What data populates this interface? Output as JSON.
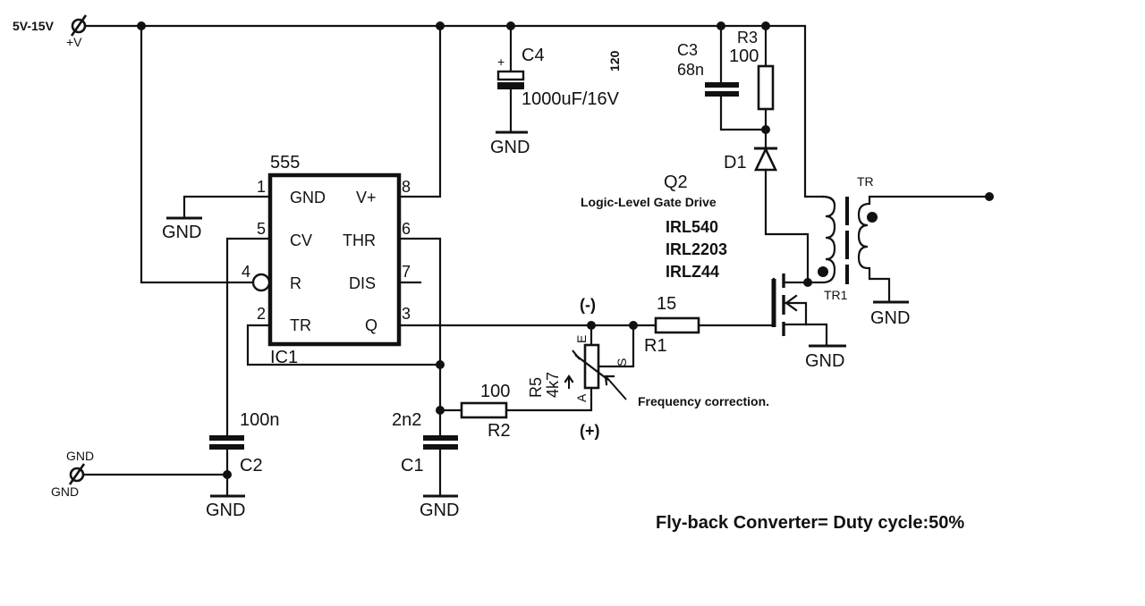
{
  "title": "Fly-back Converter= Duty cycle:50%",
  "supply": {
    "voltage_label": "5V-15V",
    "terminal_label": "+V"
  },
  "ground_terminal": {
    "top_label": "GND",
    "bottom_label": "GND"
  },
  "ground_label": "GND",
  "ic1": {
    "part": "555",
    "ref": "IC1",
    "pins": [
      {
        "num": "1",
        "name": "GND"
      },
      {
        "num": "8",
        "name": "V+"
      },
      {
        "num": "5",
        "name": "CV"
      },
      {
        "num": "6",
        "name": "THR"
      },
      {
        "num": "4",
        "name": "R"
      },
      {
        "num": "7",
        "name": "DIS"
      },
      {
        "num": "2",
        "name": "TR"
      },
      {
        "num": "3",
        "name": "Q"
      }
    ]
  },
  "c4": {
    "ref": "C4",
    "value": "1000uF/16V",
    "polarity": "+"
  },
  "stray_label": "120",
  "c3": {
    "ref": "C3",
    "value": "68n"
  },
  "r3": {
    "ref": "R3",
    "value": "100"
  },
  "d1": {
    "ref": "D1"
  },
  "q2": {
    "ref": "Q2",
    "note": "Logic-Level Gate Drive",
    "parts": [
      "IRL540",
      "IRL2203",
      "IRLZ44"
    ]
  },
  "transformer": {
    "ref": "TR",
    "primary_ref": "TR1"
  },
  "r1": {
    "ref": "R1",
    "value": "15"
  },
  "r2": {
    "ref": "R2",
    "value": "100"
  },
  "r5": {
    "ref": "R5",
    "value": "4k7",
    "pin_e": "E",
    "pin_s": "S",
    "pin_a": "A",
    "note": "Frequency correction."
  },
  "polarity": {
    "minus": "(-)",
    "plus": "(+)"
  },
  "c1": {
    "ref": "C1",
    "value": "2n2"
  },
  "c2": {
    "ref": "C2",
    "value": "100n"
  }
}
